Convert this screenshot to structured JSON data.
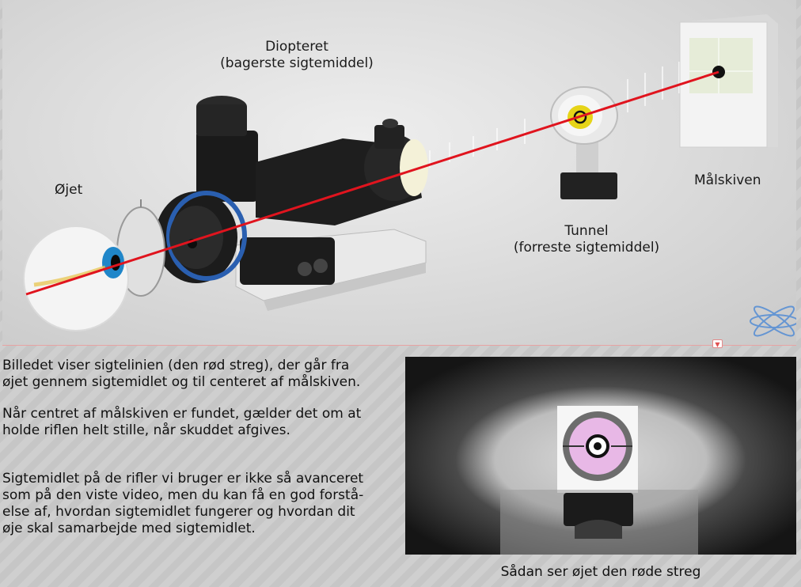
{
  "hero": {
    "labels": {
      "eye": "Øjet",
      "diopter_line1": "Diopteret",
      "diopter_line2": "(bagerste sigtemiddel)",
      "tunnel_line1": "Tunnel",
      "tunnel_line2": "(forreste sigtemiddel)",
      "target": "Målskiven"
    },
    "sight_line_color": "#e0141e",
    "expand_icon": "chevron-down-icon",
    "logo_icon": "atom-logo-icon"
  },
  "content": {
    "paragraphs": [
      "Billedet viser sigtelinien (den rød streg), der går fra\nøjet gennem sigtemidlet og til centeret af målskiven.",
      "Når centret af målskiven er fundet, gælder det om at\nholde riflen helt stille, når skuddet afgives.",
      "Sigtemidlet på de rifler vi bruger er ikke så avanceret\nsom på den viste video, men du kan få en god forstå-\nelse af, hvordan sigtemidlet fungerer og hvordan dit\nøje skal samarbejde med sigtemidlet."
    ]
  },
  "preview": {
    "caption": "Sådan ser øjet den røde streg",
    "ring_color": "#e8b8e6"
  }
}
